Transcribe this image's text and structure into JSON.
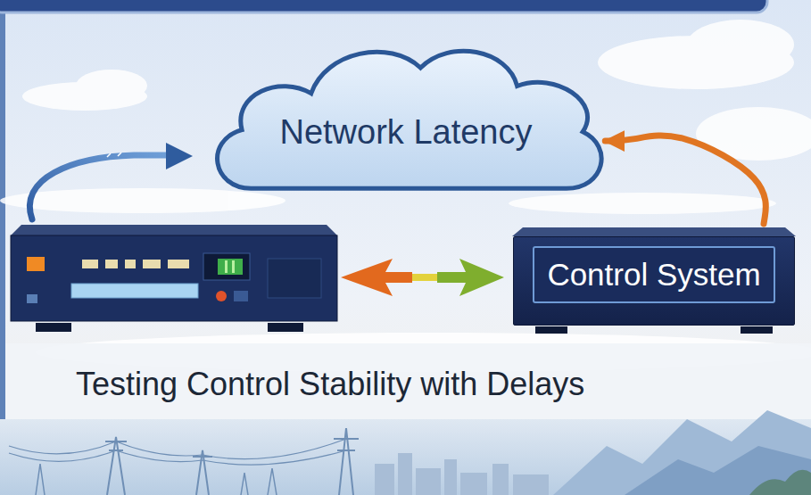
{
  "diagram": {
    "title": "Testing Control Stability with Delays",
    "nodes": [
      {
        "text": [
          "Network Latency"
        ]
      },
      {
        "text": [
          "Control System"
        ]
      }
    ],
    "edges": [
      {
        "from": 1,
        "to": 0,
        "arrow": "to"
      }
    ]
  }
}
